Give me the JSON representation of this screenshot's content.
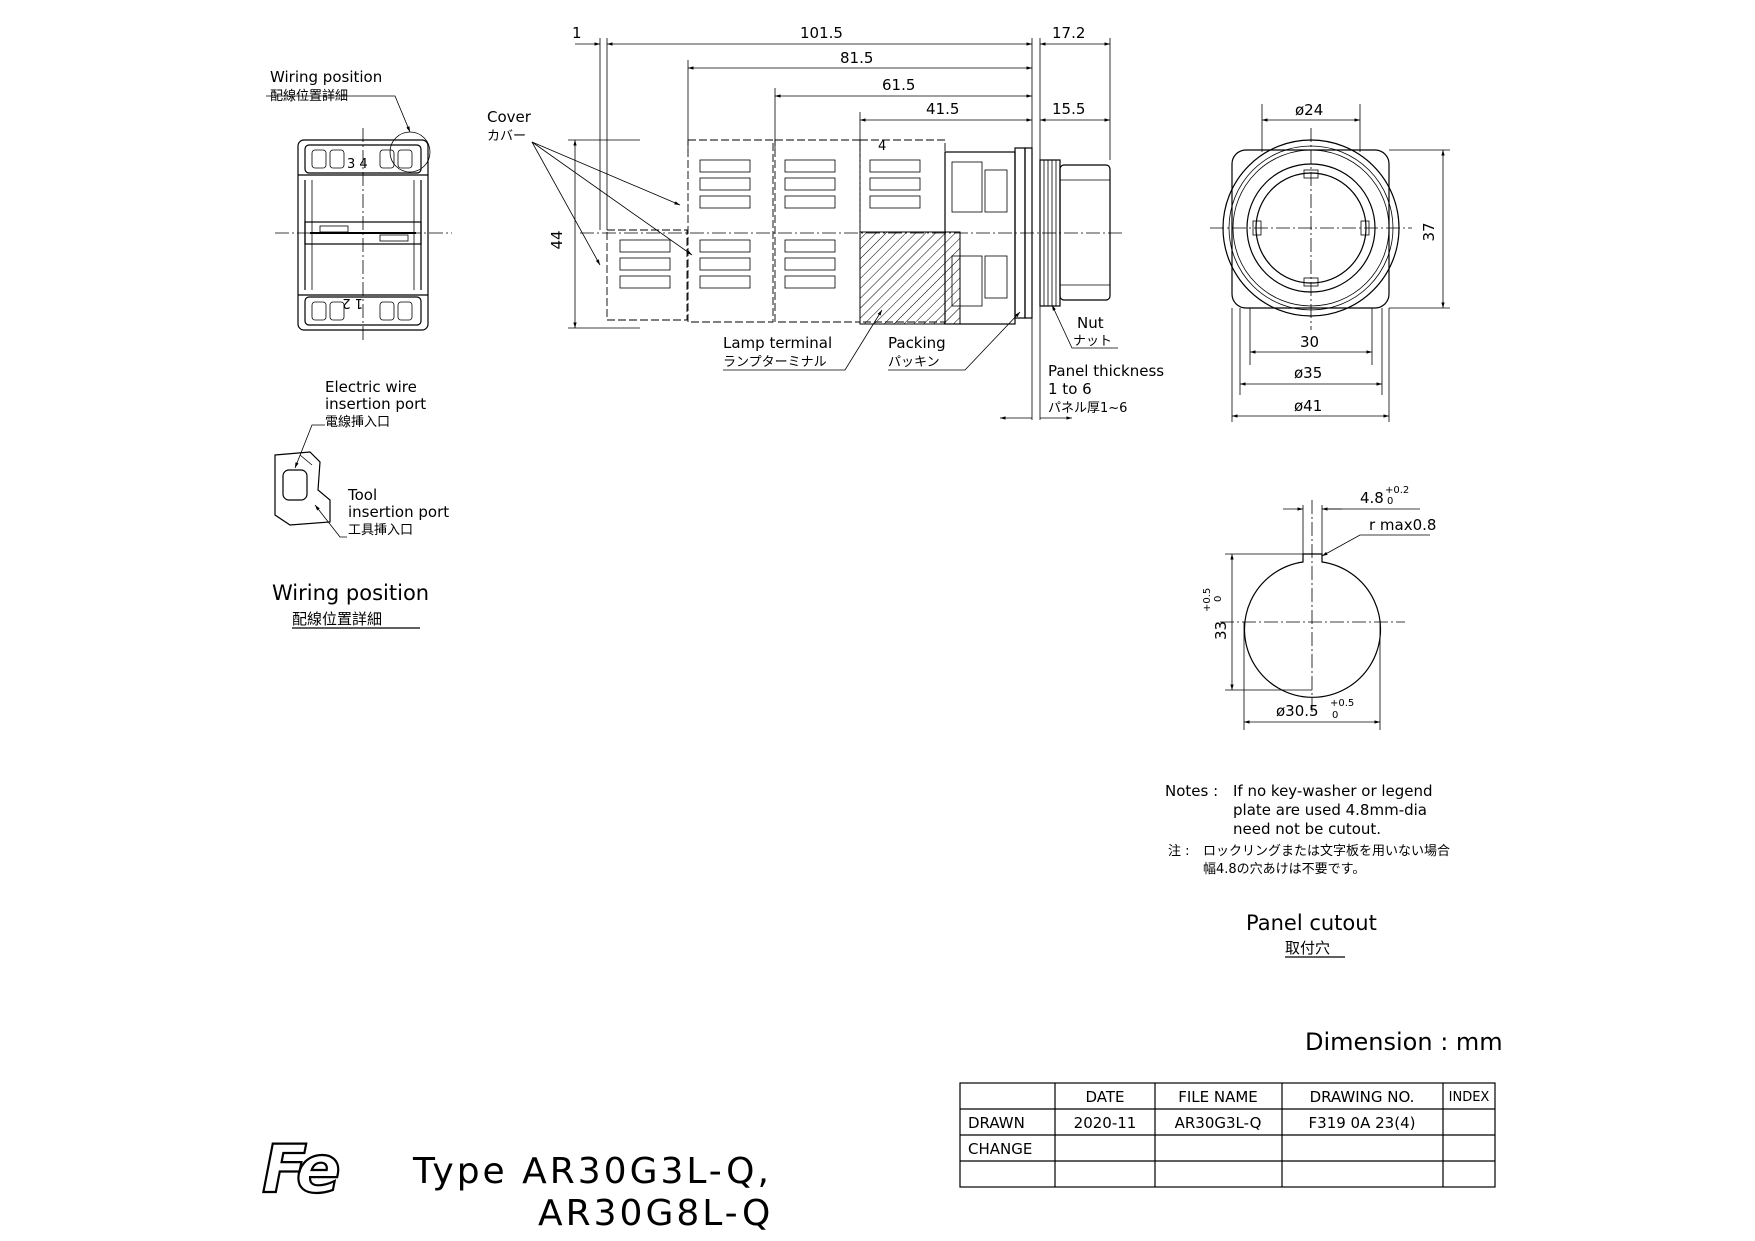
{
  "wiring_detail": {
    "callout_en": "Wiring position",
    "callout_jp": "配線位置詳細",
    "terminal_top": "3 4",
    "terminal_bottom": "1 2",
    "caption_en": "Wiring position",
    "caption_jp": "配線位置詳細"
  },
  "port_detail": {
    "wire_en_1": "Electric wire",
    "wire_en_2": "insertion port",
    "wire_jp": "電線挿入口",
    "tool_en_1": "Tool",
    "tool_en_2": "insertion port",
    "tool_jp": "工具挿入口"
  },
  "side_view": {
    "dim_1": "1",
    "dim_101_5": "101.5",
    "dim_81_5": "81.5",
    "dim_61_5": "61.5",
    "dim_41_5": "41.5",
    "dim_17_2": "17.2",
    "dim_15_5": "15.5",
    "dim_44": "44",
    "terminal_no": "4",
    "cover_en": "Cover",
    "cover_jp": "カバー",
    "lamp_en": "Lamp terminal",
    "lamp_jp": "ランプターミナル",
    "packing_en": "Packing",
    "packing_jp": "パッキン",
    "nut_en": "Nut",
    "nut_jp": "ナット",
    "panel_en_1": "Panel thickness",
    "panel_en_2": "1 to 6",
    "panel_jp": "パネル厚1~6"
  },
  "front_view": {
    "dia_24": "ø24",
    "dim_37": "37",
    "dim_30": "30",
    "dia_35": "ø35",
    "dia_41": "ø41"
  },
  "cutout": {
    "key_width": "4.8",
    "key_tol_up": "+0.2",
    "key_tol_low": "0",
    "radius": "r max0.8",
    "height": "33",
    "height_tol_up": "+0.5",
    "height_tol_low": "0",
    "dia": "ø30.5",
    "dia_tol_up": "+0.5",
    "dia_tol_low": "0",
    "caption_en": "Panel cutout",
    "caption_jp": "取付穴"
  },
  "notes": {
    "label": "Notes :",
    "line1": "If no key-washer or legend",
    "line2": "plate are used 4.8mm-dia",
    "line3": "need not be cutout.",
    "jp_label": "注 :",
    "jp_line1": "ロックリングまたは文字板を用いない場合",
    "jp_line2": "幅4.8の穴あけは不要です。"
  },
  "dimension_unit": "Dimension : mm",
  "title_block": {
    "headers": [
      "DATE",
      "FILE NAME",
      "DRAWING NO.",
      "INDEX"
    ],
    "rows": [
      {
        "label": "DRAWN",
        "date": "2020-11",
        "file": "AR30G3L-Q",
        "drawing": "F319 0A 23(4)",
        "index": ""
      },
      {
        "label": "CHANGE",
        "date": "",
        "file": "",
        "drawing": "",
        "index": ""
      },
      {
        "label": "",
        "date": "",
        "file": "",
        "drawing": "",
        "index": ""
      }
    ]
  },
  "product": {
    "logo": "Fe",
    "type_line1": "Type AR30G3L-Q,",
    "type_line2": "AR30G8L-Q"
  }
}
